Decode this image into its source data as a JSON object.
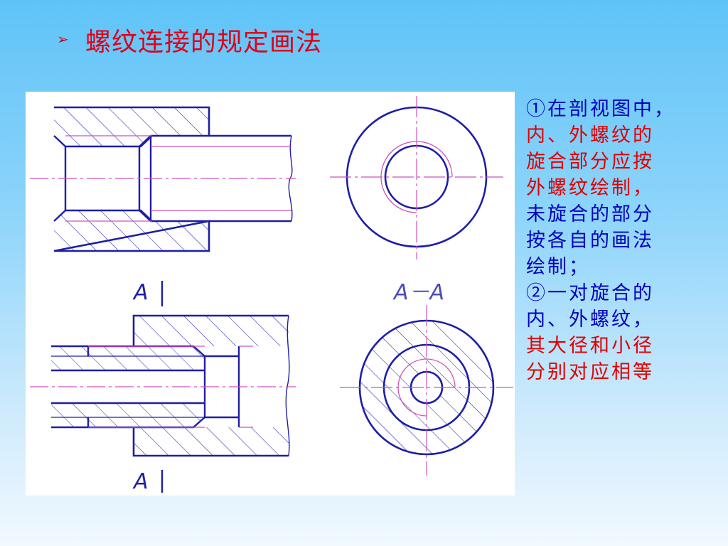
{
  "slide": {
    "bullet": "➢",
    "title": "螺纹连接的规定画法"
  },
  "drawing": {
    "section_marker_top": "A",
    "section_marker_bottom": "A",
    "section_view_label": "A－A"
  },
  "notes": [
    {
      "text": "①在剖视图中，",
      "color": "blue"
    },
    {
      "text": "内、外螺纹的",
      "color": "red"
    },
    {
      "text": "旋合部分应按",
      "color": "red"
    },
    {
      "text": "外螺纹绘制，",
      "color": "red"
    },
    {
      "text": "未旋合的部分",
      "color": "blue"
    },
    {
      "text": "按各自的画法",
      "color": "blue"
    },
    {
      "text": "绘制；",
      "color": "blue"
    },
    {
      "text": "②一对旋合的",
      "color": "blue"
    },
    {
      "text": "内、外螺纹，",
      "color": "blue"
    },
    {
      "text": "其大径和小径",
      "color": "red"
    },
    {
      "text": "分别对应相等",
      "color": "red"
    }
  ],
  "colors": {
    "outline": "#1e1ea8",
    "thread_line": "#d050c0",
    "center_line": "#d050c0",
    "hatch": "#1e1ea8"
  }
}
